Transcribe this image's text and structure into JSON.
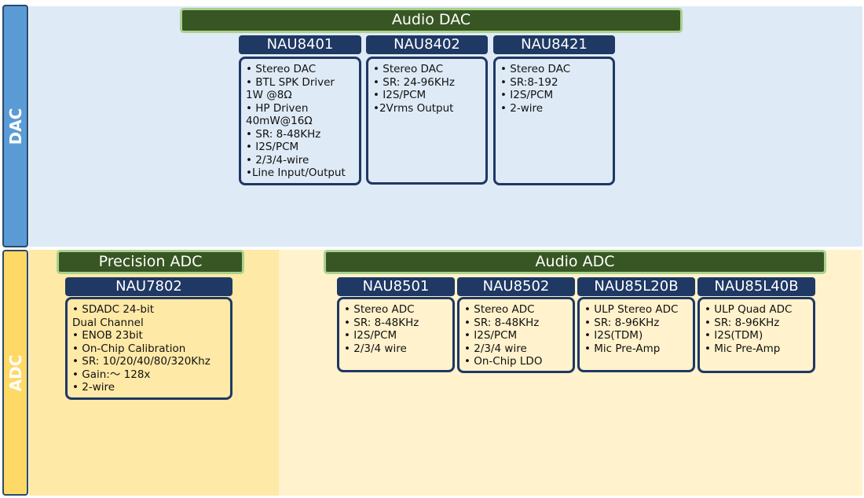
{
  "colors": {
    "dac_tab": "#5b9bd5",
    "adc_tab": "#ffd966",
    "dac_bg": "#deeaf6",
    "adc_precision_bg": "#ffe9a6",
    "adc_audio_bg": "#fff2cc",
    "group_header": "#375623",
    "group_header_border": "#a9d18e",
    "chip_title": "#1f3864",
    "chip_box_border": "#1f3864"
  },
  "dac": {
    "tab_label": "DAC",
    "groups": [
      {
        "header": "Audio DAC",
        "chips": [
          {
            "name": "NAU8401",
            "features": [
              "• Stereo DAC",
              "• BTL SPK Driver",
              "   1W @8Ω",
              "• HP Driven",
              "   40mW@16Ω",
              "• SR: 8-48KHz",
              "• I2S/PCM",
              "• 2/3/4-wire",
              "•Line Input/Output"
            ]
          },
          {
            "name": "NAU8402",
            "features": [
              "• Stereo DAC",
              "• SR: 24-96KHz",
              "• I2S/PCM",
              "•2Vrms Output"
            ]
          },
          {
            "name": "NAU8421",
            "features": [
              "• Stereo DAC",
              "• SR:8-192",
              "• I2S/PCM",
              "• 2-wire"
            ]
          }
        ]
      }
    ]
  },
  "adc": {
    "tab_label": "ADC",
    "groups": [
      {
        "header": "Precision ADC",
        "chips": [
          {
            "name": "NAU7802",
            "features": [
              "• SDADC 24-bit",
              "   Dual Channel",
              "• ENOB 23bit",
              "• On-Chip Calibration",
              "• SR: 10/20/40/80/320Khz",
              "• Gain:～ 128x",
              "• 2-wire"
            ]
          }
        ]
      },
      {
        "header": "Audio ADC",
        "chips": [
          {
            "name": "NAU8501",
            "features": [
              "• Stereo ADC",
              "• SR: 8-48KHz",
              "• I2S/PCM",
              "• 2/3/4 wire"
            ]
          },
          {
            "name": "NAU8502",
            "features": [
              "• Stereo ADC",
              "• SR: 8-48KHz",
              "• I2S/PCM",
              "• 2/3/4 wire",
              "• On-Chip LDO"
            ]
          },
          {
            "name": "NAU85L20B",
            "features": [
              "• ULP Stereo ADC",
              "• SR: 8-96KHz",
              "• I2S(TDM)",
              "• Mic Pre-Amp"
            ]
          },
          {
            "name": "NAU85L40B",
            "features": [
              "• ULP Quad ADC",
              "• SR: 8-96KHz",
              "• I2S(TDM)",
              "• Mic Pre-Amp"
            ]
          }
        ]
      }
    ]
  }
}
